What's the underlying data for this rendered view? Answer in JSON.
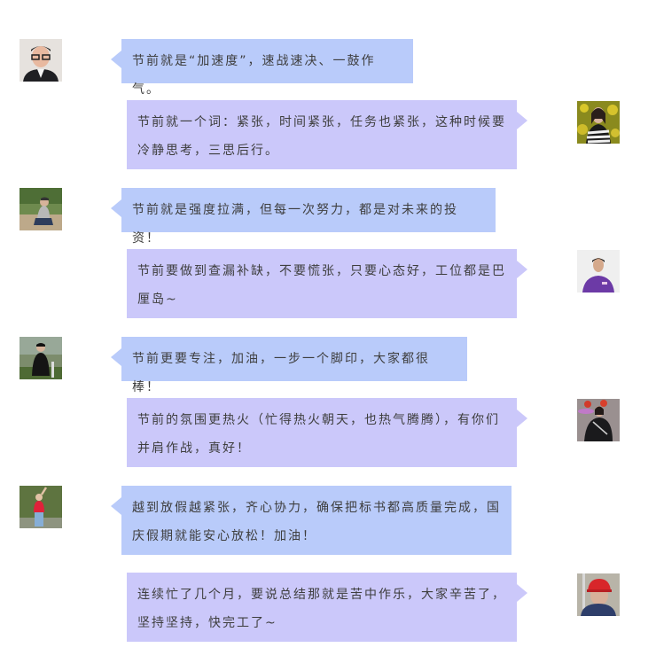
{
  "colors": {
    "left_bubble": "#b9cbfa",
    "right_bubble": "#cbc8fa",
    "text": "#3e3e3e",
    "background": "#ffffff"
  },
  "messages": [
    {
      "side": "left",
      "avatar": "avatar-man-glasses",
      "text": "节前就是“加速度”，速战速决、一鼓作气。"
    },
    {
      "side": "right",
      "avatar": "avatar-woman-flowers",
      "text": "节前就一个词：紧张，时间紧张，任务也紧张，这种时候要冷静思考，三思后行。"
    },
    {
      "side": "left",
      "avatar": "avatar-man-stream",
      "text": "节前就是强度拉满，但每一次努力，都是对未来的投资！"
    },
    {
      "side": "right",
      "avatar": "avatar-man-purple-shirt",
      "text": "节前要做到查漏补缺，不要慌张，只要心态好，工位都是巴厘岛~"
    },
    {
      "side": "left",
      "avatar": "avatar-man-black-sweater",
      "text": "节前更要专注，加油，一步一个脚印，大家都很棒！"
    },
    {
      "side": "right",
      "avatar": "avatar-woman-street",
      "text": "节前的氛围更热火（忙得热火朝天，也热气腾腾），有你们并肩作战，真好！"
    },
    {
      "side": "left",
      "avatar": "avatar-woman-red-top",
      "text": "越到放假越紧张，齐心协力，确保把标书都高质量完成，国庆假期就能安心放松！加油！"
    },
    {
      "side": "right",
      "avatar": "avatar-man-red-helmet",
      "text": "连续忙了几个月，要说总结那就是苦中作乐，大家辛苦了，坚持坚持，快完工了~"
    }
  ]
}
